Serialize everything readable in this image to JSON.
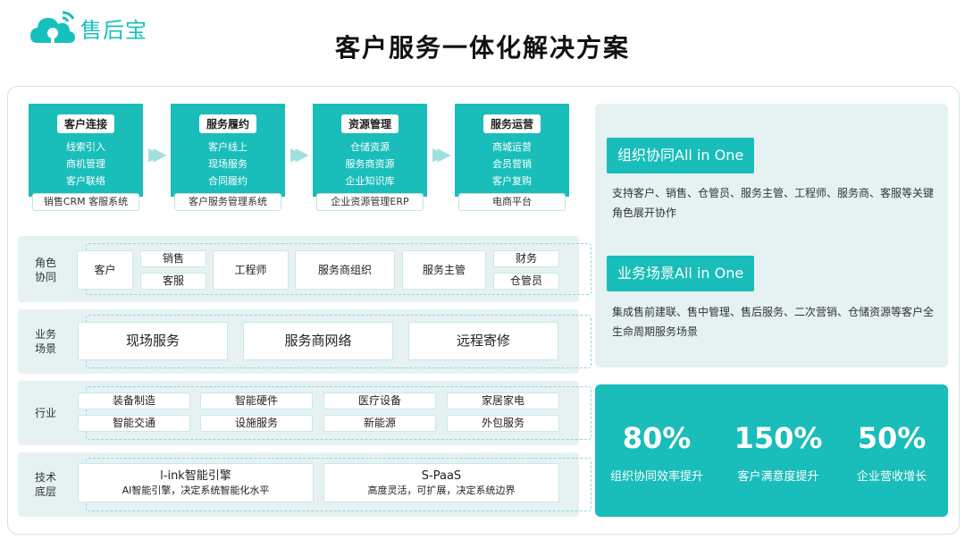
{
  "brand": {
    "name": "售后宝",
    "accent": "#19bdb9"
  },
  "title": "客户服务一体化解决方案",
  "columns": [
    {
      "title": "客户连接",
      "items": [
        "线索引入",
        "商机管理",
        "客户联络"
      ],
      "system": "销售CRM 客服系统"
    },
    {
      "title": "服务履约",
      "items": [
        "客户线上",
        "现场服务",
        "合同履约"
      ],
      "system": "客户服务管理系统"
    },
    {
      "title": "资源管理",
      "items": [
        "仓储资源",
        "服务商资源",
        "企业知识库"
      ],
      "system": "企业资源管理ERP"
    },
    {
      "title": "服务运营",
      "items": [
        "商城运营",
        "会员营销",
        "客户复购"
      ],
      "system": "电商平台"
    }
  ],
  "layers": {
    "roles": {
      "label": "角色协同",
      "items": {
        "customer": "客户",
        "sales": "销售",
        "service": "客服",
        "engineer": "工程师",
        "provider_org": "服务商组织",
        "supervisor": "服务主管",
        "finance": "财务",
        "warehouse": "仓管员"
      }
    },
    "scenarios": {
      "label": "业务场景",
      "items": [
        "现场服务",
        "服务商网络",
        "远程寄修"
      ]
    },
    "industry": {
      "label": "行业",
      "items": [
        "装备制造",
        "智能硬件",
        "医疗设备",
        "家居家电",
        "智能交通",
        "设施服务",
        "新能源",
        "外包服务"
      ]
    },
    "tech": {
      "label": "技术底层",
      "items": [
        {
          "name": "l-ink智能引擎",
          "desc": "AI智能引擎，决定系统智能化水平"
        },
        {
          "name": "S-PaaS",
          "desc": "高度灵活，可扩展，决定系统边界"
        }
      ]
    }
  },
  "features": [
    {
      "title": "组织协同All in One",
      "desc": "支持客户、销售、仓管员、服务主管、工程师、服务商、客服等关键角色展开协作"
    },
    {
      "title": "业务场景All in One",
      "desc": "集成售前建联、售中管理、售后服务、二次营销、仓储资源等客户全生命周期服务场景"
    }
  ],
  "metrics": [
    {
      "value": "80%",
      "label": "组织协同效率提升"
    },
    {
      "value": "150%",
      "label": "客户满意度提升"
    },
    {
      "value": "50%",
      "label": "企业营收增长"
    }
  ]
}
